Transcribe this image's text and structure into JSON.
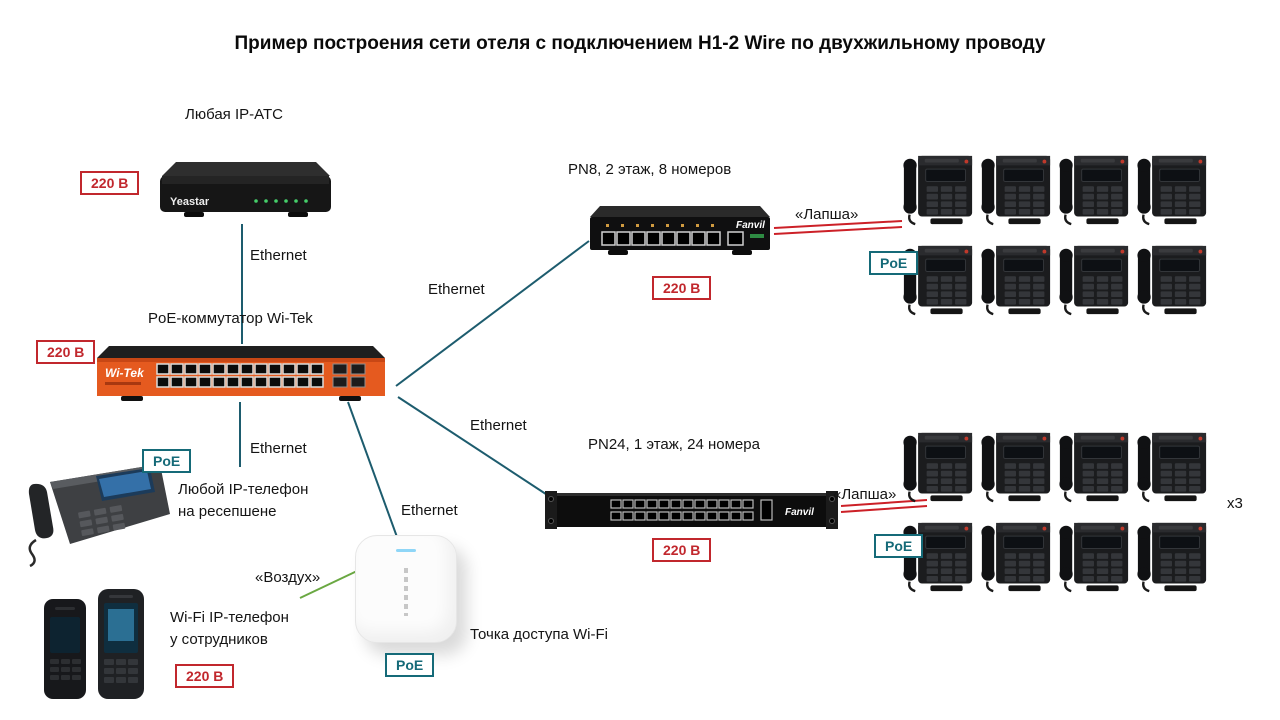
{
  "title": "Пример построения сети отеля с подключением H1-2 Wire по двухжильному проводу",
  "labels": {
    "ethernet": "Ethernet",
    "lapsha": "«Лапша»",
    "vozduh": "«Воздух»",
    "x3": "x3",
    "power": "220 В",
    "poe": "PoE"
  },
  "devices": {
    "ip_pbx": {
      "label": "Любая IP-АТС",
      "brand": "Yeastar"
    },
    "poe_switch": {
      "label": "PoE-коммутатор Wi-Tek",
      "brand": "Wi-Tek"
    },
    "pn8": {
      "label": "PN8, 2 этаж, 8 номеров",
      "brand": "Fanvil"
    },
    "pn24": {
      "label": "PN24, 1 этаж, 24 номера",
      "brand": "Fanvil"
    },
    "reception_phone": {
      "label_line1": "Любой IP-телефон",
      "label_line2": "на ресепшене"
    },
    "wifi_phone": {
      "label_line1": "Wi-Fi IP-телефон",
      "label_line2": "у сотрудников"
    },
    "access_point": {
      "label": "Точка доступа Wi-Fi"
    }
  },
  "phone_grids": {
    "floor2_count": 8,
    "floor1_count": 8
  },
  "colors": {
    "line": "#1d5c6e",
    "power_badge": "#c1272d",
    "poe_badge": "#156a78",
    "lapsha": "#cc2027",
    "air": "#6aa842"
  }
}
